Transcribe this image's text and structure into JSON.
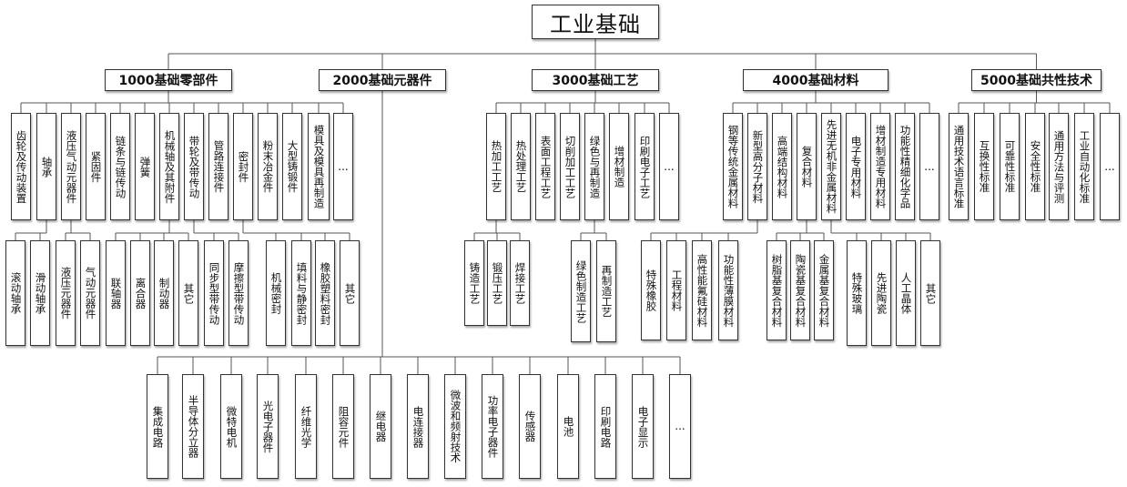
{
  "title": "工业基础",
  "categories": [
    {
      "label": "1000基础零部件",
      "items": [
        {
          "label": "齿轮及传动装置"
        },
        {
          "label": "轴承",
          "children": [
            "滚动轴承",
            "滑动轴承"
          ]
        },
        {
          "label": "液压气动元器件",
          "children": [
            "液压元器件",
            "气动元器件"
          ]
        },
        {
          "label": "紧固件"
        },
        {
          "label": "链条与链传动"
        },
        {
          "label": "弹簧"
        },
        {
          "label": "机械轴及其附件",
          "children": [
            "联轴器",
            "离合器",
            "制动器",
            "其它"
          ]
        },
        {
          "label": "带轮及带传动",
          "children": [
            "同步型带传动",
            "摩擦型带传动"
          ]
        },
        {
          "label": "管路连接件"
        },
        {
          "label": "密封件",
          "children": [
            "机械密封",
            "填料与静密封",
            "橡胶塑料密封",
            "其它"
          ]
        },
        {
          "label": "粉末冶金件"
        },
        {
          "label": "大型铸锻件"
        },
        {
          "label": "模具及模具再制造"
        },
        {
          "label": "..."
        }
      ]
    },
    {
      "label": "2000基础元器件",
      "items": [
        {
          "label": "集成电路"
        },
        {
          "label": "半导体分立器"
        },
        {
          "label": "微特电机"
        },
        {
          "label": "光电子器件"
        },
        {
          "label": "纤维光学"
        },
        {
          "label": "阻容元件"
        },
        {
          "label": "继电器"
        },
        {
          "label": "电连接器"
        },
        {
          "label": "微波和频射技术"
        },
        {
          "label": "功率电子器件"
        },
        {
          "label": "传感器"
        },
        {
          "label": "电池"
        },
        {
          "label": "印刷电路"
        },
        {
          "label": "电子显示"
        },
        {
          "label": "..."
        }
      ]
    },
    {
      "label": "3000基础工艺",
      "items": [
        {
          "label": "热加工工艺",
          "children": [
            "铸造工艺",
            "锻压工艺",
            "焊接工艺"
          ]
        },
        {
          "label": "热处理工艺"
        },
        {
          "label": "表面工程工艺"
        },
        {
          "label": "切削加工工艺"
        },
        {
          "label": "绿色与再制造",
          "children": [
            "绿色制造工艺",
            "再制造工艺"
          ]
        },
        {
          "label": "增材制造"
        },
        {
          "label": "印刷电子工艺"
        },
        {
          "label": "..."
        }
      ]
    },
    {
      "label": "4000基础材料",
      "items": [
        {
          "label": "钢等传统金属材料"
        },
        {
          "label": "新型高分子材料",
          "children": [
            "特殊橡胶",
            "工程材料",
            "高性能氟硅材料",
            "功能性薄膜材料"
          ]
        },
        {
          "label": "高端结构材料"
        },
        {
          "label": "复合材料",
          "children": [
            "树脂基复合材料",
            "陶瓷基复合材料",
            "金属基复合材料"
          ]
        },
        {
          "label": "先进无机非金属材料",
          "children": [
            "特殊玻璃",
            "先进陶瓷",
            "人工晶体",
            "其它"
          ]
        },
        {
          "label": "电子专用材料"
        },
        {
          "label": "增材制造专用材料"
        },
        {
          "label": "功能性精细化学品"
        },
        {
          "label": "..."
        }
      ]
    },
    {
      "label": "5000基础共性技术",
      "items": [
        {
          "label": "通用技术语言标准"
        },
        {
          "label": "互换性标准"
        },
        {
          "label": "可靠性标准"
        },
        {
          "label": "安全性标准"
        },
        {
          "label": "通用方法与评测"
        },
        {
          "label": "工业自动化标准"
        },
        {
          "label": "..."
        }
      ]
    }
  ]
}
